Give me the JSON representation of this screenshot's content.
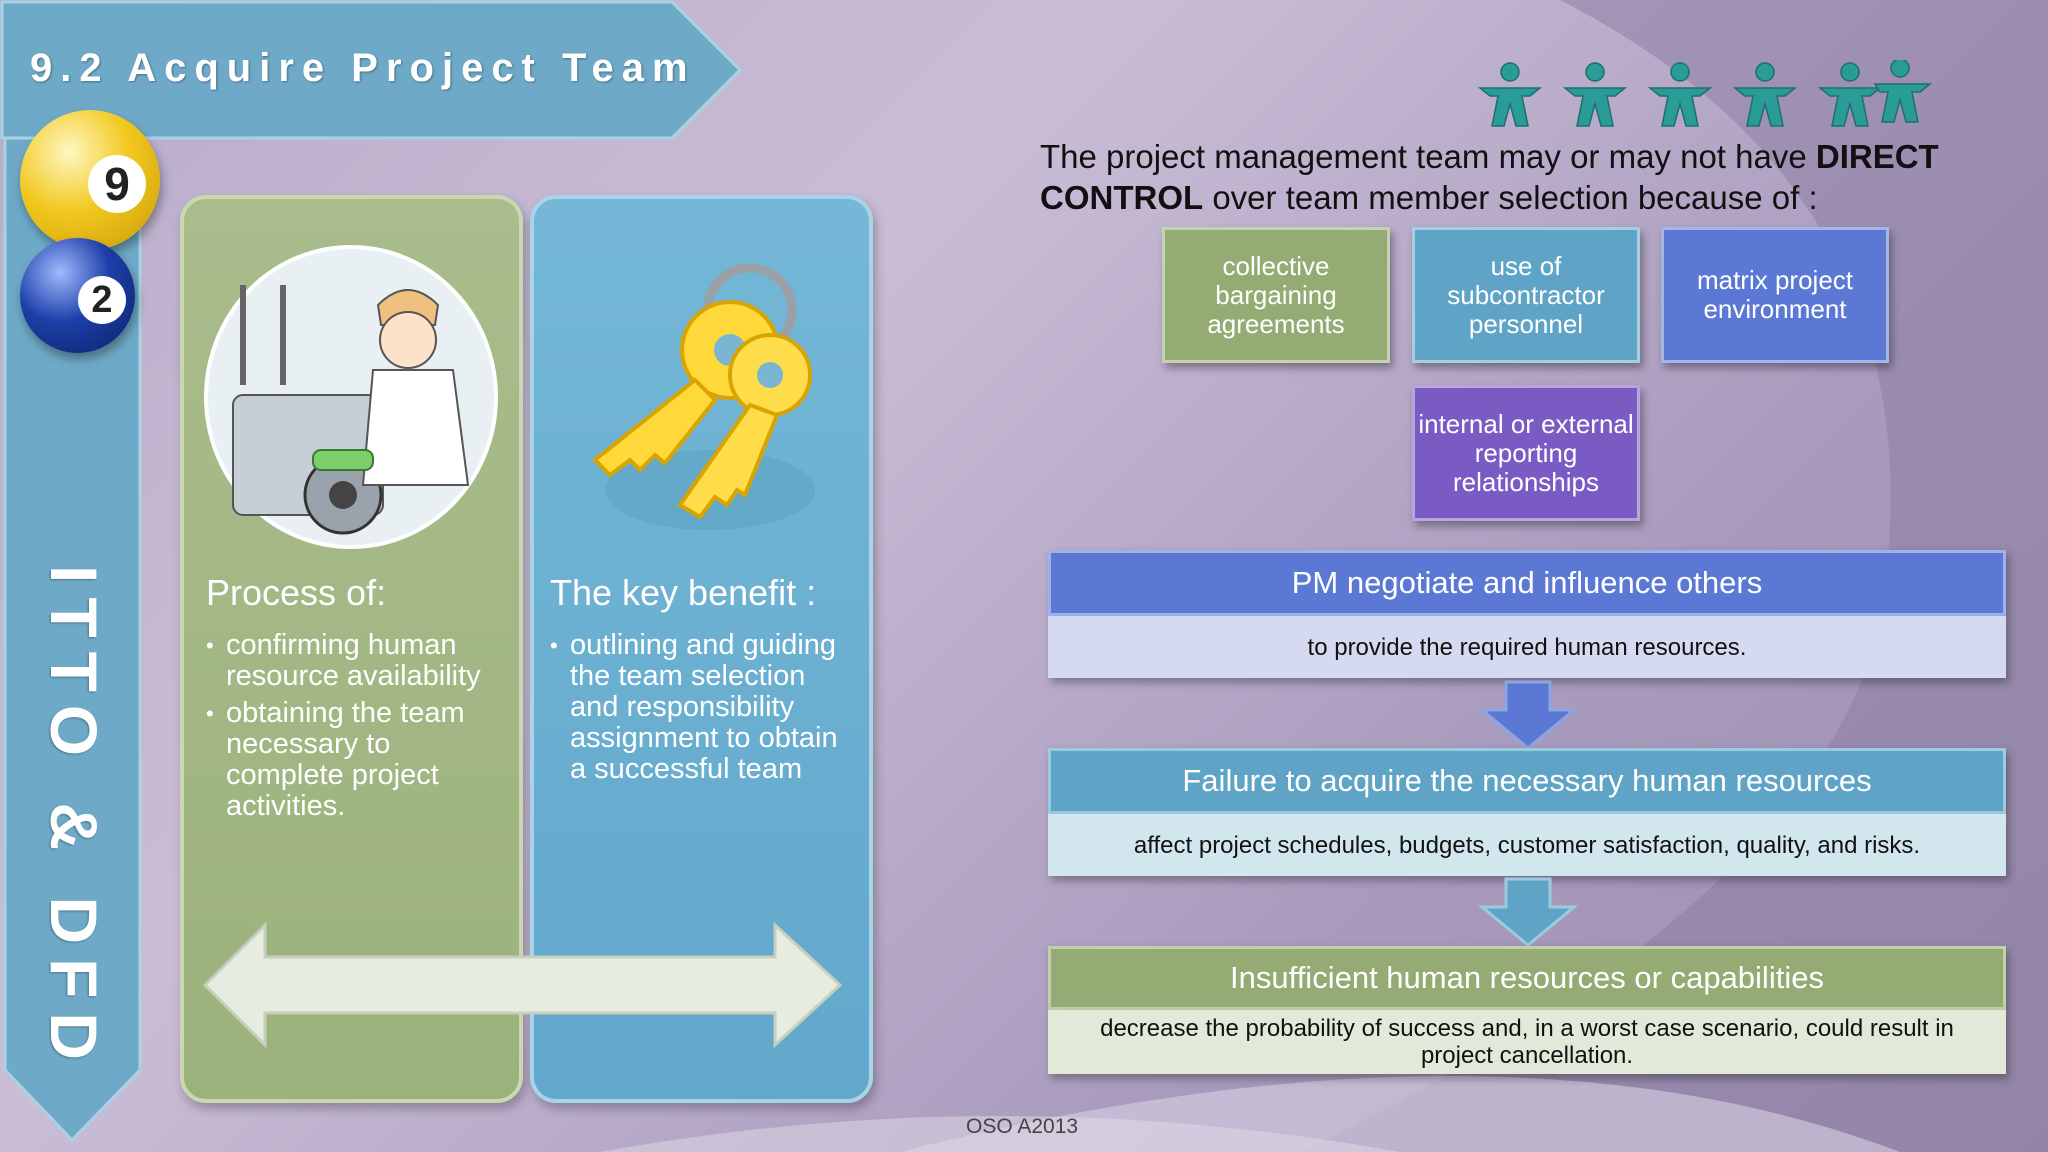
{
  "title": "9.2 Acquire  Project Team",
  "side_label": "ITTO & DFD",
  "balls": [
    {
      "number": "9",
      "color": "#f2c81e"
    },
    {
      "number": "2",
      "color": "#1c3fa8"
    }
  ],
  "process_panel": {
    "heading": "Process of:",
    "items": [
      "confirming human resource availability",
      "obtaining the team necessary to complete project activities."
    ]
  },
  "benefit_panel": {
    "heading": "The key benefit :",
    "items": [
      "outlining and guiding the team selection and responsibility assignment to obtain a successful team"
    ]
  },
  "intro": {
    "part1": "The project management team may or may not have ",
    "bold1": "DIRECT",
    "bold2": "CONTROL",
    "part2": " over team member selection because of :"
  },
  "reasons": [
    "collective bargaining agreements",
    "use of subcontractor personnel",
    "matrix project environment",
    "internal or external reporting relationships"
  ],
  "flow": [
    {
      "head": "PM negotiate and influence others",
      "body": "to provide the required human resources."
    },
    {
      "head": "Failure to acquire the necessary human resources",
      "body": "affect project schedules, budgets, customer satisfaction, quality, and risks."
    },
    {
      "head": "Insufficient human resources or capabilities",
      "body": "decrease the probability of success and, in a worst case scenario, could result in project cancellation."
    }
  ],
  "footer": "OSO A2013",
  "colors": {
    "banner": "#6eaac8",
    "green": "#94ab74",
    "teal": "#5fa4c6",
    "blue": "#5b79d4",
    "purple": "#7a5bc4"
  }
}
